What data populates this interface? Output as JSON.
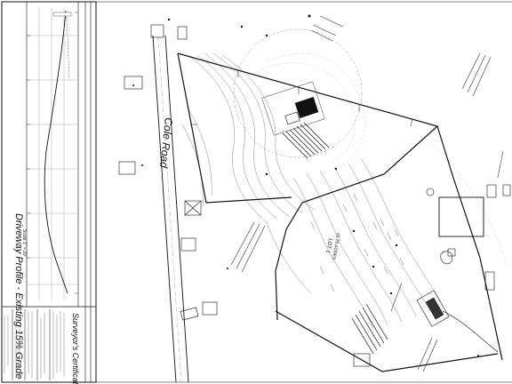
{
  "profile": {
    "title": "Driveway Profile - Existing 15% Grade",
    "scale": "Scale 1\" = 20'"
  },
  "road": {
    "name": "Cole Road"
  },
  "certification": {
    "title": "Surveyor's Certification"
  },
  "lot": {
    "line1": "LOT 1",
    "line2": "15.76 ACRES"
  },
  "colors": {
    "ink": "#111111",
    "contour": "#6f6f6f",
    "faint": "#b5b5b5",
    "paper": "#ffffff"
  }
}
